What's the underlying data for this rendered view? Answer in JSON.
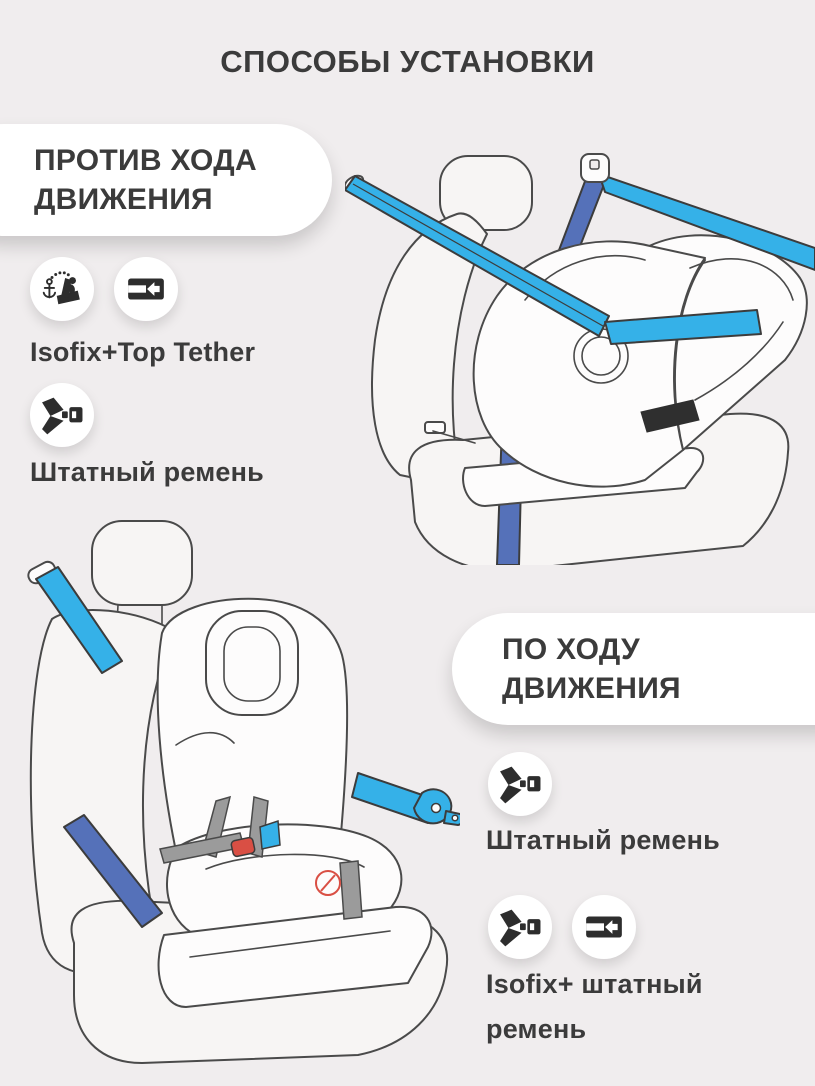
{
  "title": "СПОСОБЫ УСТАНОВКИ",
  "colors": {
    "background": "#f0edee",
    "text": "#3b3b3b",
    "belt-light-blue": "#35b1e8",
    "belt-dark-blue": "#5571b9",
    "icon-glyph": "#2d2d2d",
    "accent-red": "#d94f44"
  },
  "sections": {
    "rear": {
      "heading_line1": "ПРОТИВ ХОДА",
      "heading_line2": "ДВИЖЕНИЯ",
      "methods": [
        {
          "label": "Isofix+Top Tether",
          "icons": [
            "top-tether-seat-icon",
            "isofix-connector-icon"
          ]
        },
        {
          "label": "Штатный ремень",
          "icons": [
            "seatbelt-buckle-icon"
          ]
        }
      ]
    },
    "forward": {
      "heading_line1": "ПО ХОДУ",
      "heading_line2": "ДВИЖЕНИЯ",
      "methods": [
        {
          "label": "Штатный ремень",
          "icons": [
            "seatbelt-buckle-icon"
          ]
        },
        {
          "label_line1": "Isofix+ штатный",
          "label_line2": "ремень",
          "icons": [
            "seatbelt-buckle-icon",
            "isofix-connector-icon"
          ]
        }
      ]
    }
  }
}
